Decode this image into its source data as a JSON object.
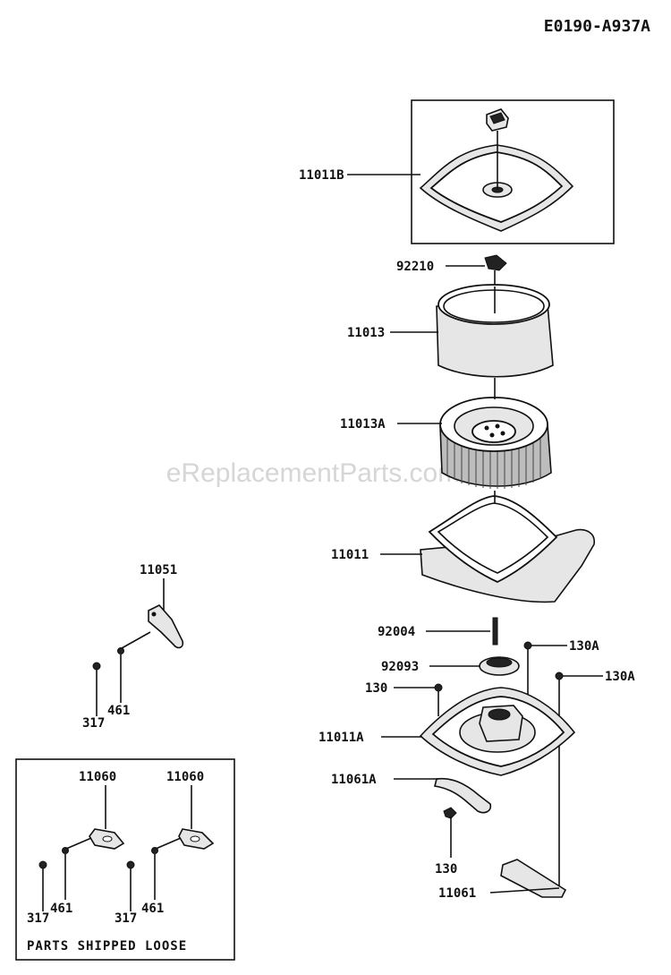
{
  "diagram_code": "E0190-A937A",
  "watermark": "eReplacementParts.com",
  "shipped_loose_caption": "PARTS SHIPPED LOOSE",
  "labels": {
    "p11011B": "11011B",
    "p92210": "92210",
    "p11013": "11013",
    "p11013A": "11013A",
    "p11011": "11011",
    "p92004": "92004",
    "p130A_1": "130A",
    "p92093": "92093",
    "p130A_2": "130A",
    "p130_1": "130",
    "p11011A": "11011A",
    "p11061A": "11061A",
    "p130_2": "130",
    "p11061": "11061",
    "p11051": "11051",
    "p461_a": "461",
    "p317_a": "317",
    "p11060_1": "11060",
    "p11060_2": "11060",
    "p461_b": "461",
    "p317_b": "317",
    "p461_c": "461",
    "p317_c": "317"
  }
}
